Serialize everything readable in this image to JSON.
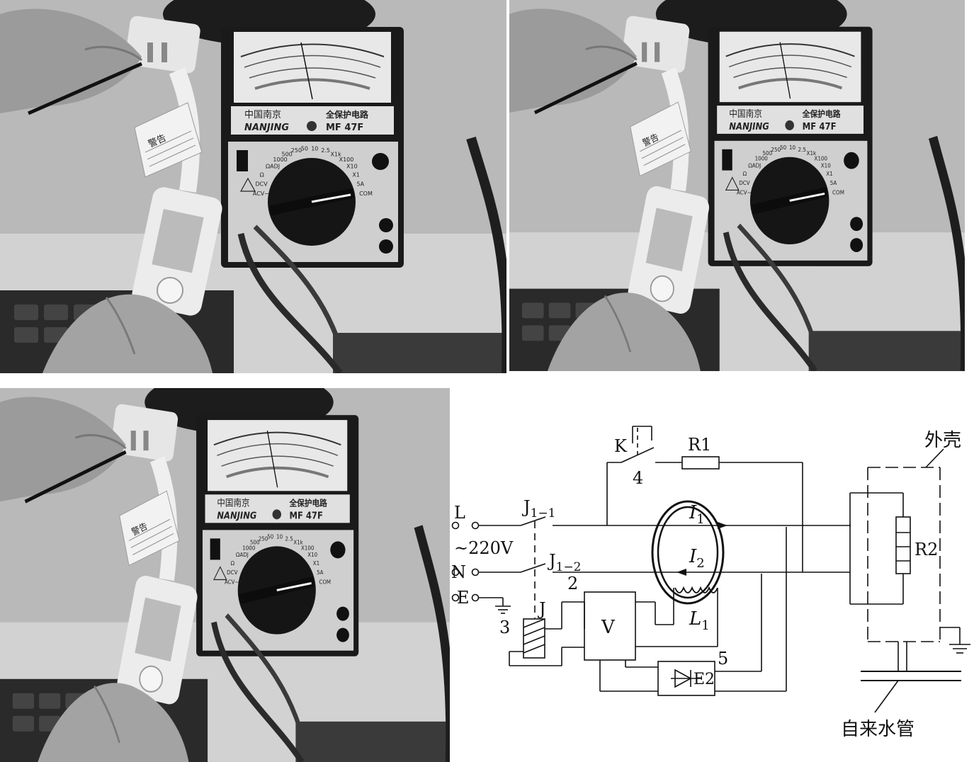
{
  "photos": [
    {
      "meter": {
        "cn_brand": "中国南京",
        "banner": "全保护电路",
        "brand": "NANJING",
        "model": "MF 47F",
        "warning_title": "警告",
        "scale_labels": [
          "ACV~",
          "DCV",
          "Ω",
          "ΩADJ",
          "1000",
          "500",
          "250",
          "50",
          "10",
          "2.5",
          "X1k",
          "X100",
          "X10",
          "X1",
          "5A",
          "COM"
        ]
      }
    },
    {
      "meter": {
        "cn_brand": "中国南京",
        "banner": "全保护电路",
        "brand": "NANJING",
        "model": "MF 47F",
        "warning_title": "警告",
        "scale_labels": [
          "ACV~",
          "DCV",
          "Ω",
          "ΩADJ",
          "1000",
          "500",
          "250",
          "50",
          "10",
          "2.5",
          "X1k",
          "X100",
          "X10",
          "X1",
          "5A",
          "COM"
        ]
      }
    },
    {
      "meter": {
        "cn_brand": "中国南京",
        "banner": "全保护电路",
        "brand": "NANJING",
        "model": "MF 47F",
        "warning_title": "警告",
        "scale_labels": [
          "ACV~",
          "DCV",
          "Ω",
          "ΩADJ",
          "1000",
          "500",
          "250",
          "50",
          "10",
          "2.5",
          "X1k",
          "X100",
          "X10",
          "X1",
          "5A",
          "COM"
        ]
      }
    }
  ],
  "diagram": {
    "labels": {
      "K": "K",
      "R1": "R1",
      "n4": "4",
      "shell": "外壳",
      "L": "L",
      "N": "N",
      "E": "E",
      "voltage": "~220V",
      "J1_1_main": "J",
      "J1_1_sub": "1−1",
      "J1_2_main": "J",
      "J1_2_sub": "1−2",
      "n2": "2",
      "n3": "3",
      "J": "J",
      "V": "V",
      "I1_main": "I",
      "I1_sub": "1",
      "I2_main": "I",
      "I2_sub": "2",
      "L1_main": "L",
      "L1_sub": "1",
      "E2": "E2",
      "n5": "5",
      "R2": "R2",
      "pipe": "自来水管"
    }
  }
}
